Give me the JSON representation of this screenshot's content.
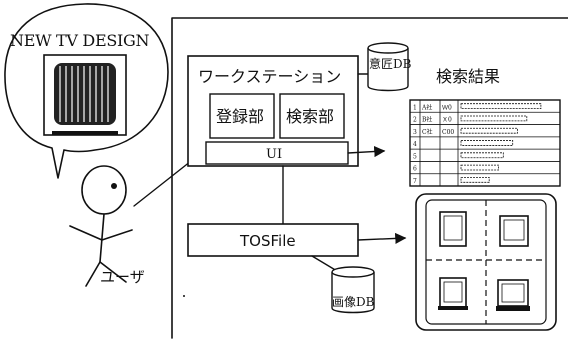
{
  "bubble": {
    "title": "NEW TV DESIGN"
  },
  "user": {
    "label": "ユーザ"
  },
  "workstation": {
    "title": "ワークステーション",
    "register_label": "登録部",
    "search_label": "検索部",
    "ui_label": "UI"
  },
  "db_top": {
    "label": "意匠DB"
  },
  "db_bottom": {
    "label": "画像DB"
  },
  "tosfile": {
    "label": "TOSFile"
  },
  "results": {
    "title": "検索結果",
    "rows": [
      {
        "num": "1",
        "company": "A社",
        "code": "Ｗ0"
      },
      {
        "num": "2",
        "company": "B社",
        "code": "Ｘ0"
      },
      {
        "num": "3",
        "company": "C社",
        "code": "C00"
      },
      {
        "num": "4",
        "company": "",
        "code": ""
      },
      {
        "num": "5",
        "company": "",
        "code": ""
      },
      {
        "num": "6",
        "company": "",
        "code": ""
      },
      {
        "num": "7",
        "company": "",
        "code": ""
      }
    ]
  }
}
